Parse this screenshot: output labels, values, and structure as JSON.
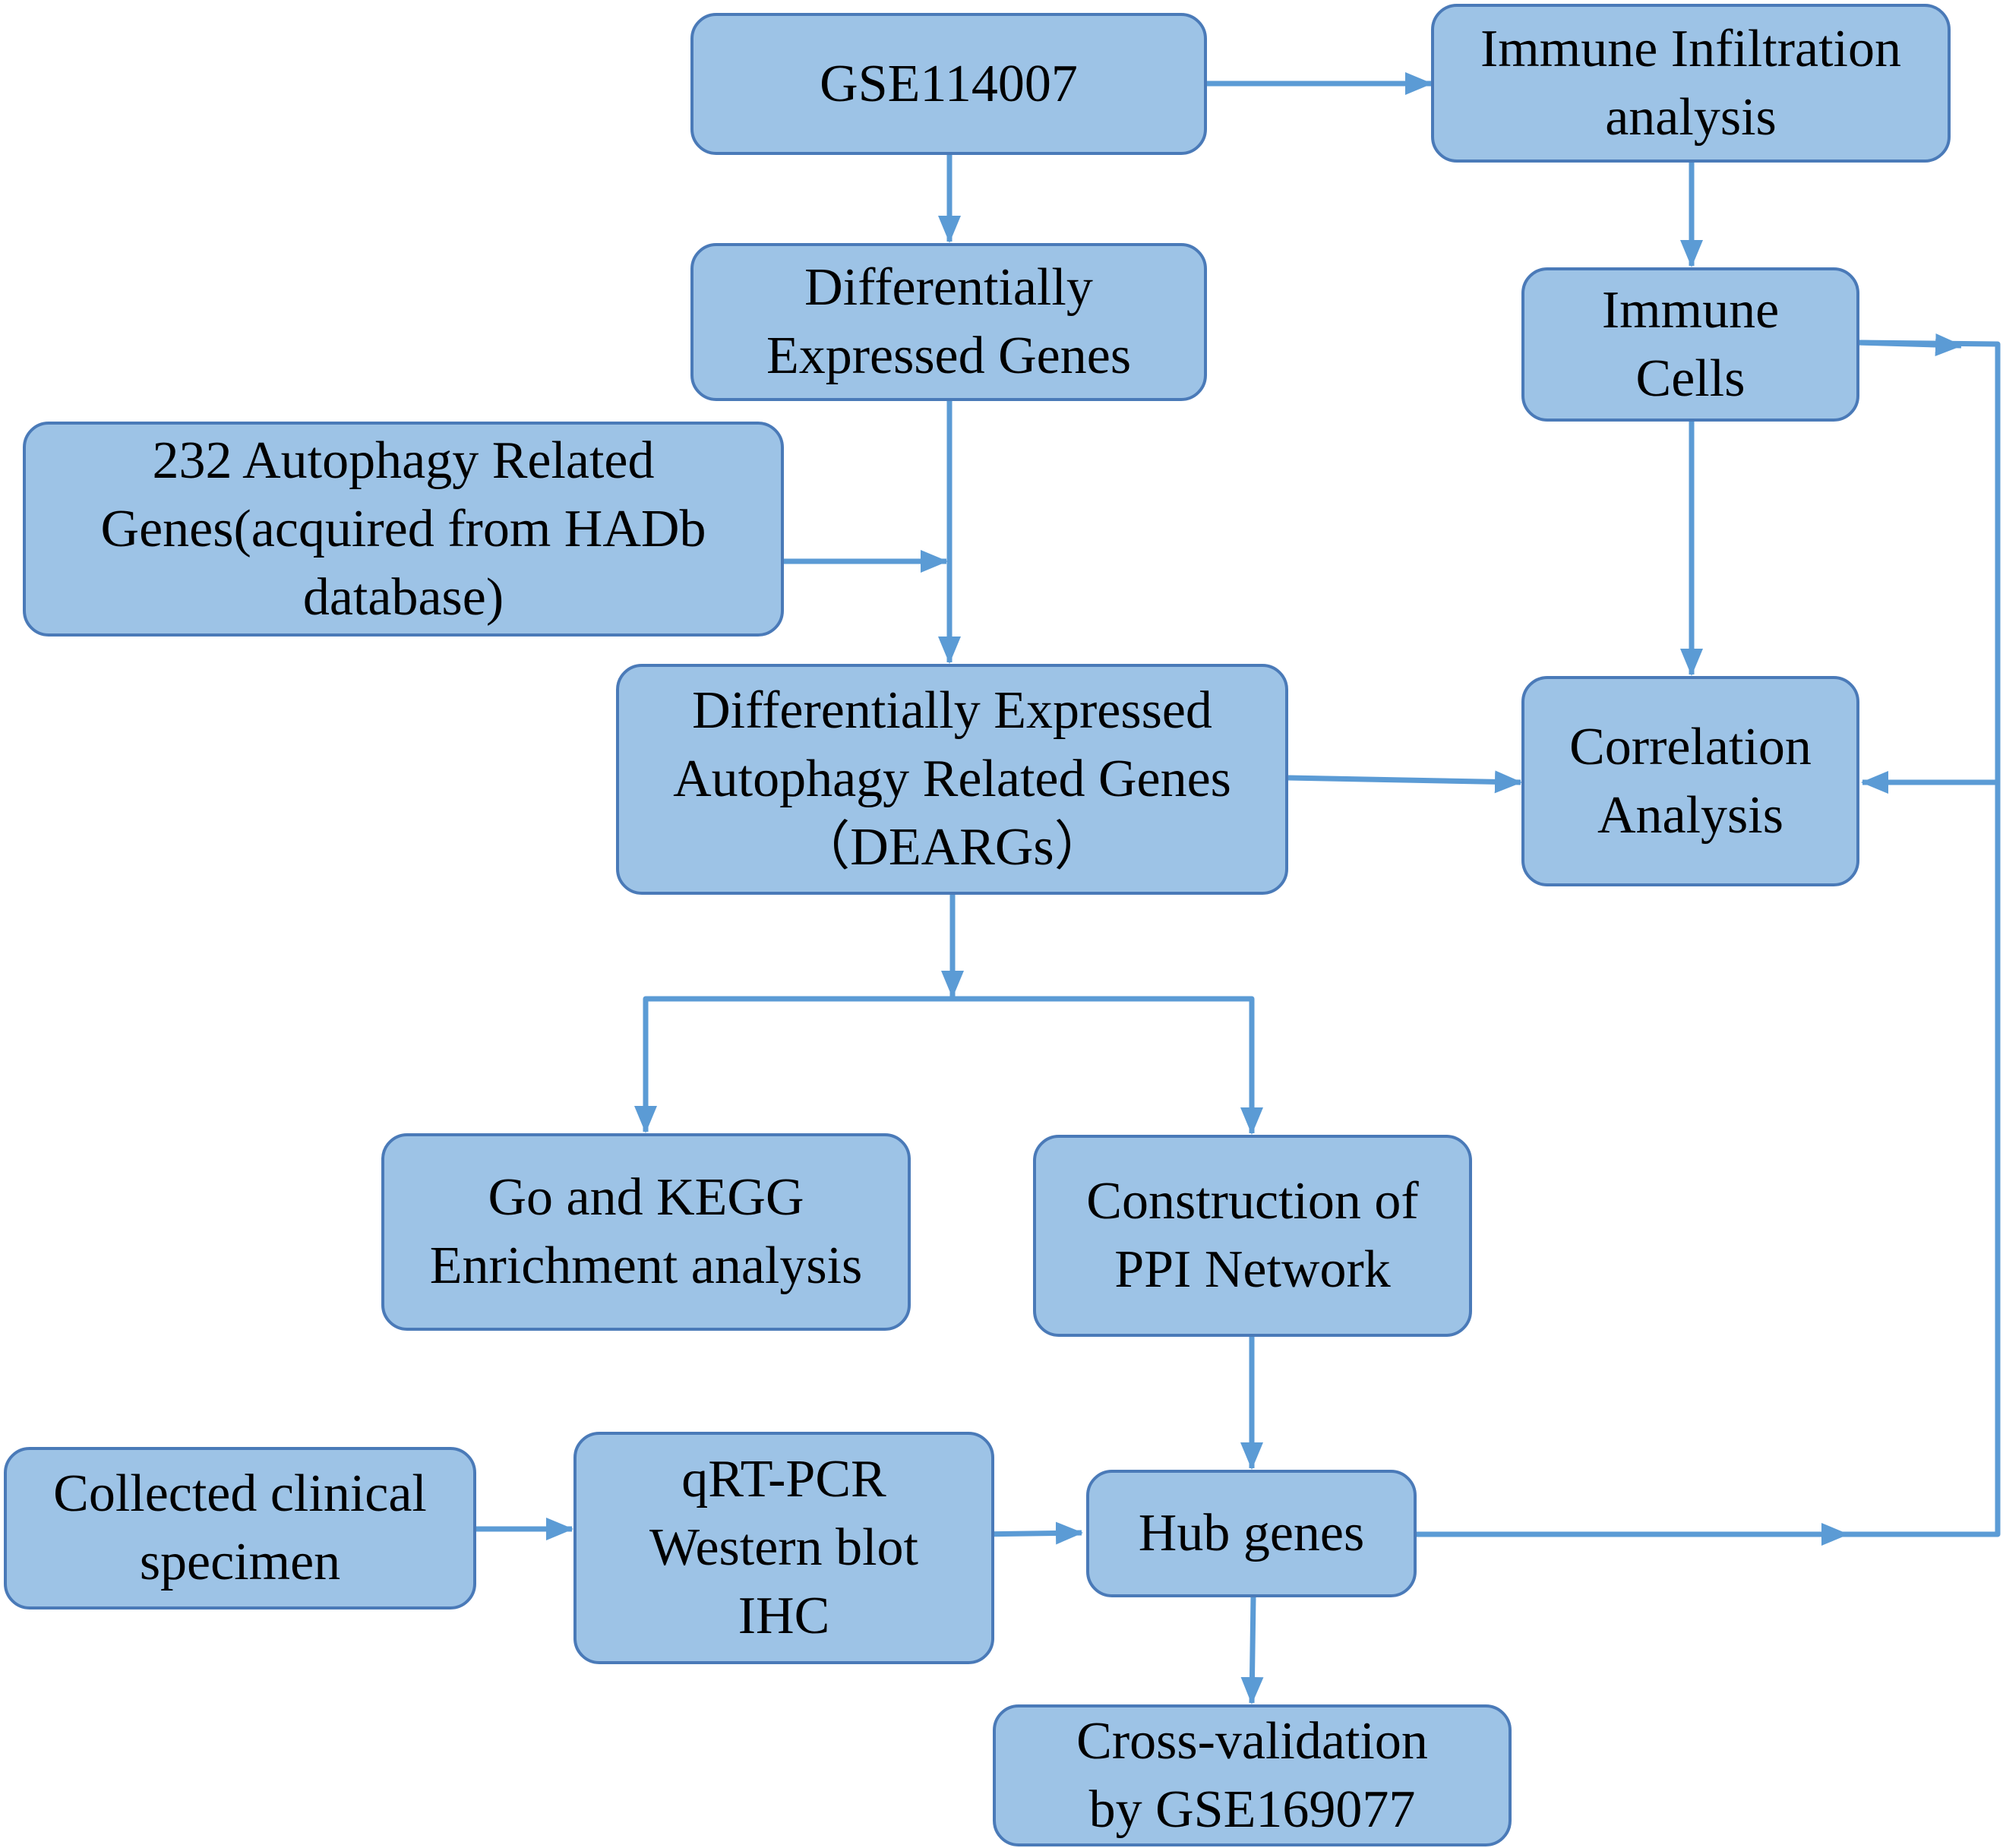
{
  "colors": {
    "node_fill": "#9dc3e6",
    "node_border": "#4a7ab8",
    "connector": "#5b9bd5",
    "text": "#000000"
  },
  "nodes": {
    "gse114007": {
      "lines": [
        "GSE114007"
      ]
    },
    "immune_infiltration": {
      "lines": [
        "Immune Infiltration",
        "analysis"
      ]
    },
    "differentially_expressed_genes": {
      "lines": [
        "Differentially",
        "Expressed Genes"
      ]
    },
    "immune_cells": {
      "lines": [
        "Immune",
        "Cells"
      ]
    },
    "autophagy_genes": {
      "lines": [
        "232 Autophagy Related",
        "Genes(acquired from HADb",
        "database)"
      ]
    },
    "deargs": {
      "lines": [
        "Differentially Expressed",
        "Autophagy Related Genes",
        "（DEARGs）"
      ]
    },
    "correlation_analysis": {
      "lines": [
        "Correlation",
        "Analysis"
      ]
    },
    "go_kegg": {
      "lines": [
        "Go and KEGG",
        "Enrichment analysis"
      ]
    },
    "ppi_network": {
      "lines": [
        "Construction of",
        "PPI Network"
      ]
    },
    "clinical_specimen": {
      "lines": [
        "Collected clinical",
        "specimen"
      ]
    },
    "validation_assays": {
      "lines": [
        "qRT-PCR",
        "Western blot",
        "IHC"
      ]
    },
    "hub_genes": {
      "lines": [
        "Hub genes"
      ]
    },
    "cross_validation": {
      "lines": [
        "Cross-validation",
        "by GSE169077"
      ]
    }
  }
}
